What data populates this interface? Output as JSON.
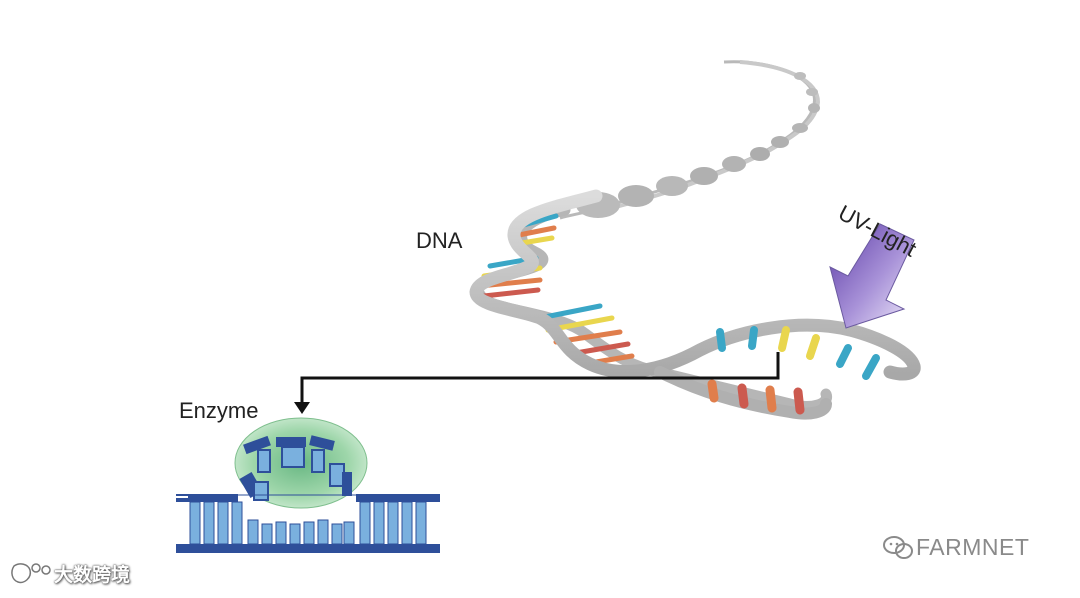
{
  "labels": {
    "dna": "DNA",
    "uv_light": "UV-Light",
    "enzyme": "Enzyme"
  },
  "watermarks": {
    "left": "大数跨境",
    "right": "FARMNET"
  },
  "colors": {
    "backbone": "#c4c4c4",
    "base_blue": "#3aa6c6",
    "base_yellow": "#e9d64e",
    "base_orange": "#e07e4c",
    "base_red": "#cc5a4f",
    "uv_arrow": "#7c5cc0",
    "enzyme_body": "#8ccf9c",
    "protein_dark": "#2e4f9a",
    "protein_light": "#7ab0de",
    "connector": "#111111"
  },
  "icons": {
    "watermark_left": "bilibili-logo-icon",
    "watermark_right": "wechat-logo-icon"
  }
}
